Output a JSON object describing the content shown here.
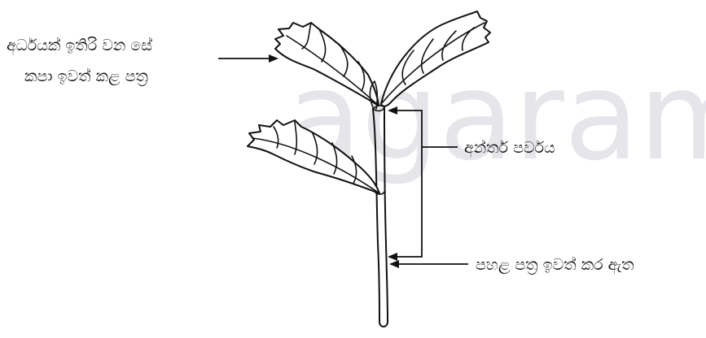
{
  "watermark": {
    "text": "agaram.lk"
  },
  "labels": {
    "cut_leaves_line1": "අර්ධයක් ඉතිරි වන සේ",
    "cut_leaves_line2": "කපා ඉවත් කළ පත්‍ර",
    "internode": "අන්තර් පර්වය",
    "lower_leaves_removed": "පහළ පත්‍ර ඉවත් කර ඇත"
  }
}
